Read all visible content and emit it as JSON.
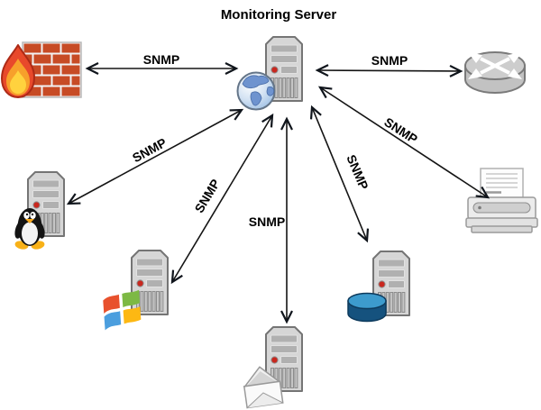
{
  "diagram": {
    "title": "Monitoring Server",
    "background": "#ffffff",
    "nodes": [
      {
        "id": "monitoring-server",
        "type": "tower-server-with-globe",
        "label": "Monitoring Server"
      },
      {
        "id": "firewall",
        "type": "firewall-brick-wall-with-flame"
      },
      {
        "id": "router",
        "type": "router-cylinder"
      },
      {
        "id": "linux-server",
        "type": "tower-server-with-tux"
      },
      {
        "id": "windows-server",
        "type": "tower-server-with-windows-logo"
      },
      {
        "id": "mail-server",
        "type": "tower-server-with-envelope"
      },
      {
        "id": "database-server",
        "type": "tower-server-with-database-cylinder"
      },
      {
        "id": "printer",
        "type": "printer"
      }
    ],
    "connections": [
      {
        "from": "firewall",
        "to": "monitoring-server",
        "label": "SNMP",
        "bidirectional": true
      },
      {
        "from": "router",
        "to": "monitoring-server",
        "label": "SNMP",
        "bidirectional": true
      },
      {
        "from": "linux-server",
        "to": "monitoring-server",
        "label": "SNMP",
        "bidirectional": true
      },
      {
        "from": "windows-server",
        "to": "monitoring-server",
        "label": "SNMP",
        "bidirectional": true
      },
      {
        "from": "mail-server",
        "to": "monitoring-server",
        "label": "SNMP",
        "bidirectional": true
      },
      {
        "from": "database-server",
        "to": "monitoring-server",
        "label": "SNMP",
        "bidirectional": true
      },
      {
        "from": "printer",
        "to": "monitoring-server",
        "label": "SNMP",
        "bidirectional": true
      }
    ],
    "colors": {
      "line": "#141414",
      "label_text": "#000000",
      "server_body": "#d6d6d6",
      "server_outline": "#757575",
      "server_led": "#c9271e",
      "firewall_brick": "#c74b25",
      "flame_outer": "#e8492b",
      "flame_mid": "#f7a02b",
      "flame_inner": "#ffd23e",
      "router_body": "#c2c2c2",
      "database_top": "#3d9bcd",
      "database_body": "#15527e",
      "globe_land": "#6e93cf"
    }
  }
}
